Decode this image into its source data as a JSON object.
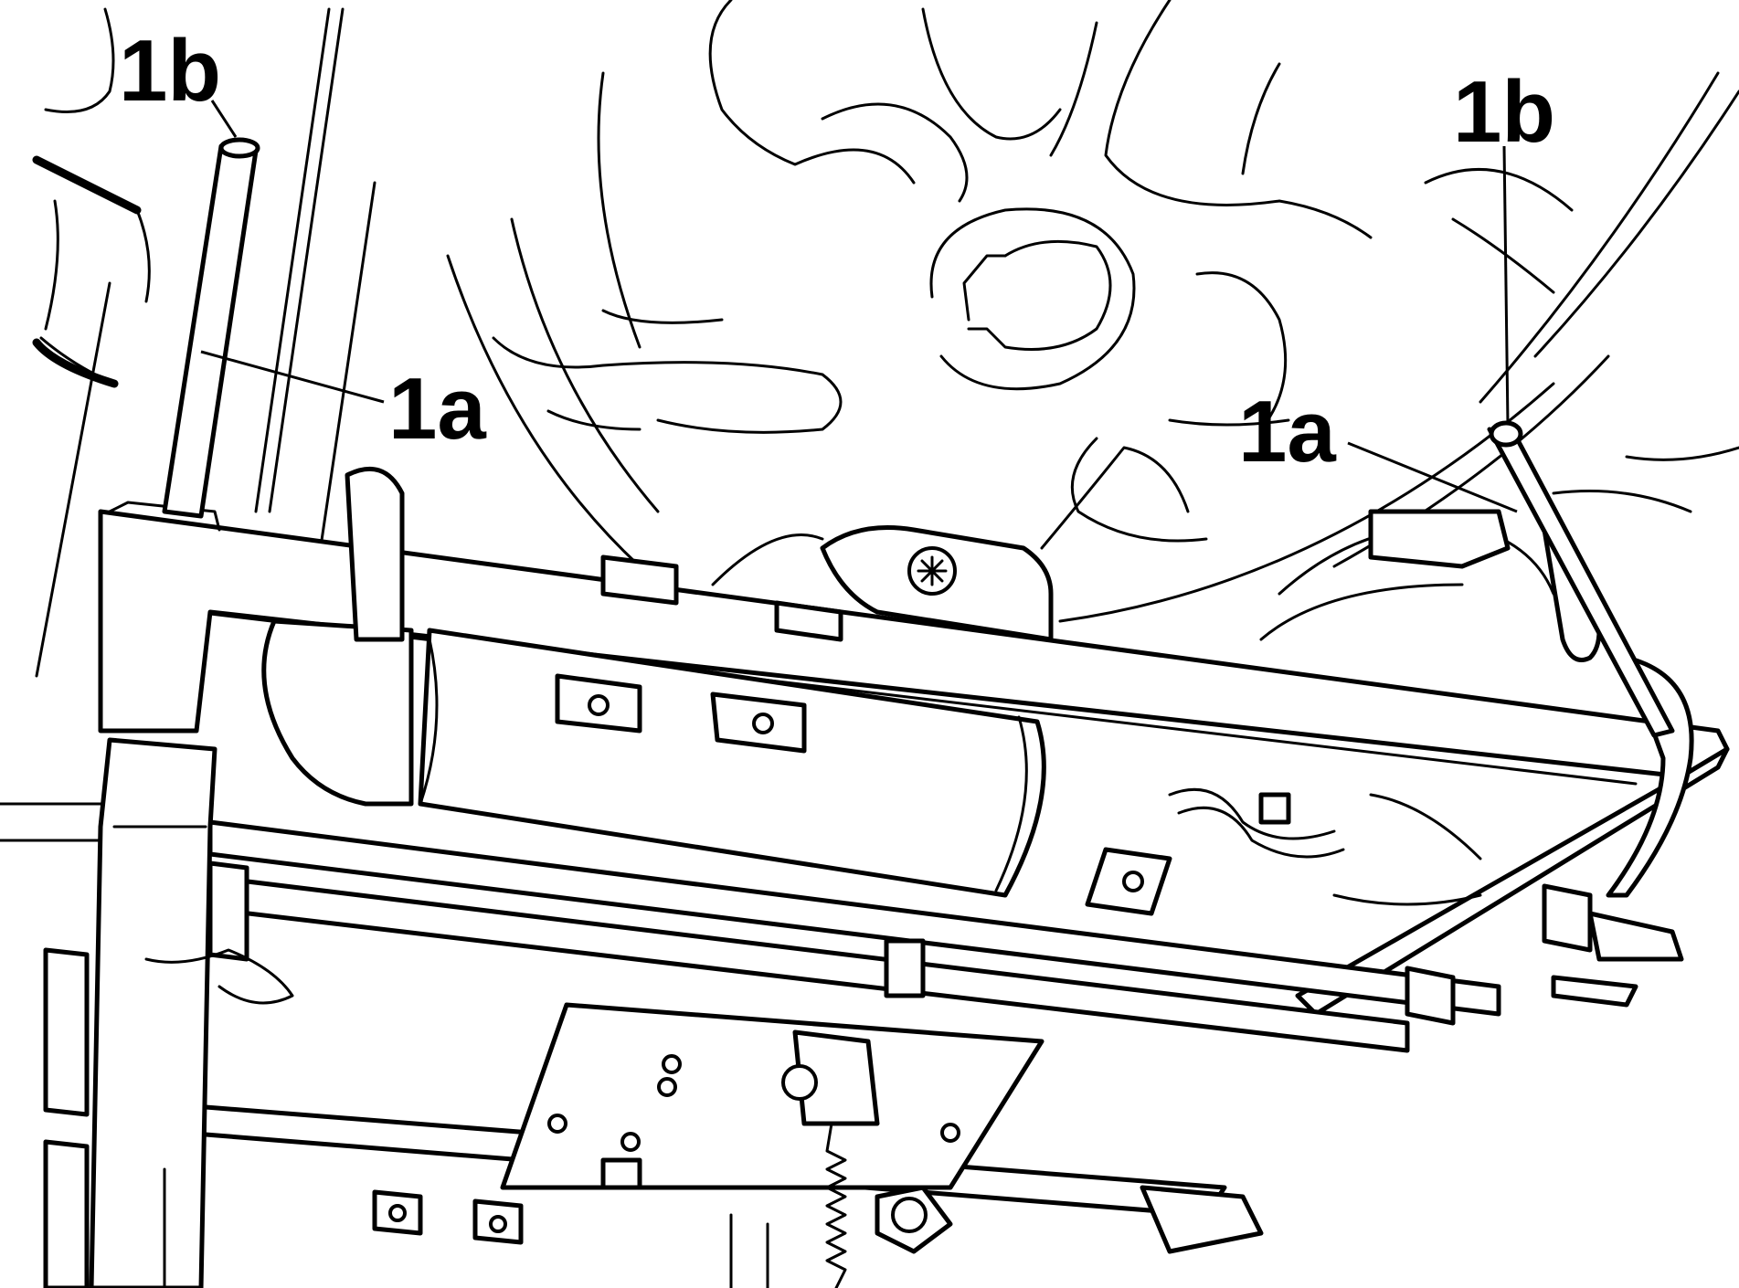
{
  "callouts": {
    "rod_left_label": "1b",
    "rod_right_label": "1b",
    "bracket_left_label": "1a",
    "bracket_right_label": "1a"
  },
  "colors": {
    "line": "#000000",
    "background": "#ffffff"
  }
}
